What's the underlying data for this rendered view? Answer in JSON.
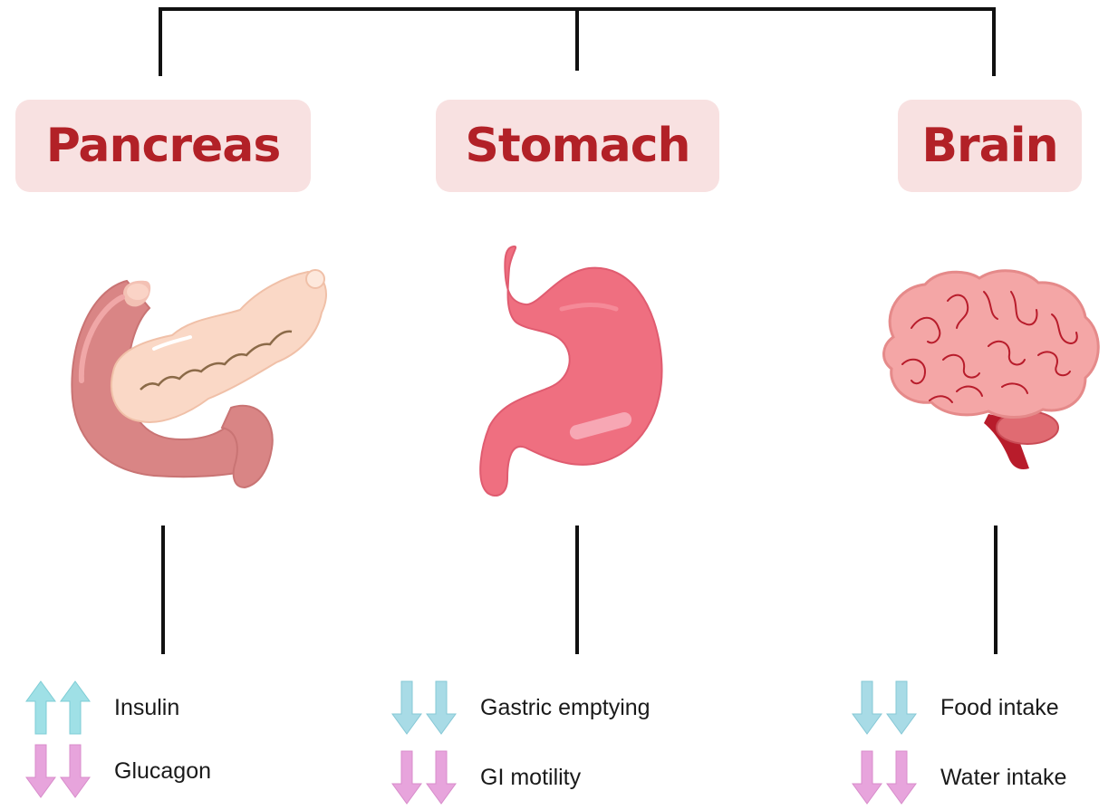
{
  "organs": [
    {
      "name": "Pancreas",
      "effects": [
        {
          "direction": "up",
          "label": "Insulin"
        },
        {
          "direction": "down",
          "label": "Glucagon"
        }
      ]
    },
    {
      "name": "Stomach",
      "effects": [
        {
          "direction": "down",
          "label": "Gastric emptying"
        },
        {
          "direction": "down",
          "label": "GI motility"
        }
      ]
    },
    {
      "name": "Brain",
      "effects": [
        {
          "direction": "down",
          "label": "Food intake"
        },
        {
          "direction": "down",
          "label": "Water intake"
        }
      ]
    }
  ],
  "colors": {
    "label_bg": "#f8e1e1",
    "label_text": "#b22127",
    "connector": "#111111",
    "up_arrow": "#9fe0e6",
    "down_arrow_first_row": "#a8dbe6",
    "down_arrow_pink": "#e7a4dc"
  },
  "icons": {
    "pancreas": "pancreas-illustration",
    "stomach": "stomach-illustration",
    "brain": "brain-illustration",
    "up": "up-arrow-icon",
    "down": "down-arrow-icon"
  }
}
